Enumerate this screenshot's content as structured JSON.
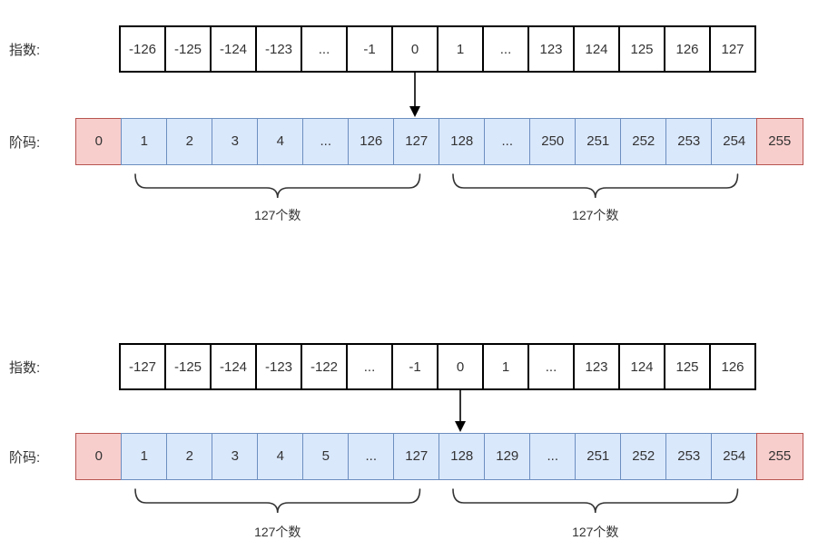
{
  "colors": {
    "cell_blue_fill": "#dae8fc",
    "cell_blue_border": "#6c8ebf",
    "cell_red_fill": "#f8cecc",
    "cell_red_border": "#b85450",
    "cell_white_fill": "#ffffff",
    "cell_white_border": "#000000",
    "text": "#333333",
    "arrow": "#000000",
    "brace": "#333333"
  },
  "diagrams": [
    {
      "exponent_label": "指数:",
      "code_label": "阶码:",
      "exponent_cells": [
        "-126",
        "-125",
        "-124",
        "-123",
        "...",
        "-1",
        "0",
        "1",
        "...",
        "123",
        "124",
        "125",
        "126",
        "127"
      ],
      "code_cells": [
        {
          "text": "0",
          "highlight": true
        },
        {
          "text": "1",
          "highlight": false
        },
        {
          "text": "2",
          "highlight": false
        },
        {
          "text": "3",
          "highlight": false
        },
        {
          "text": "4",
          "highlight": false
        },
        {
          "text": "...",
          "highlight": false
        },
        {
          "text": "126",
          "highlight": false
        },
        {
          "text": "127",
          "highlight": false
        },
        {
          "text": "128",
          "highlight": false
        },
        {
          "text": "...",
          "highlight": false
        },
        {
          "text": "250",
          "highlight": false
        },
        {
          "text": "251",
          "highlight": false
        },
        {
          "text": "252",
          "highlight": false
        },
        {
          "text": "253",
          "highlight": false
        },
        {
          "text": "254",
          "highlight": false
        },
        {
          "text": "255",
          "highlight": true
        }
      ],
      "arrow": {
        "from_exponent_index": 6,
        "to_code_index": 7
      },
      "braces": [
        {
          "label": "127个数",
          "from_code_index": 1,
          "to_code_index": 7
        },
        {
          "label": "127个数",
          "from_code_index": 8,
          "to_code_index": 14
        }
      ]
    },
    {
      "exponent_label": "指数:",
      "code_label": "阶码:",
      "exponent_cells": [
        "-127",
        "-125",
        "-124",
        "-123",
        "-122",
        "...",
        "-1",
        "0",
        "1",
        "...",
        "123",
        "124",
        "125",
        "126"
      ],
      "code_cells": [
        {
          "text": "0",
          "highlight": true
        },
        {
          "text": "1",
          "highlight": false
        },
        {
          "text": "2",
          "highlight": false
        },
        {
          "text": "3",
          "highlight": false
        },
        {
          "text": "4",
          "highlight": false
        },
        {
          "text": "5",
          "highlight": false
        },
        {
          "text": "...",
          "highlight": false
        },
        {
          "text": "127",
          "highlight": false
        },
        {
          "text": "128",
          "highlight": false
        },
        {
          "text": "129",
          "highlight": false
        },
        {
          "text": "...",
          "highlight": false
        },
        {
          "text": "251",
          "highlight": false
        },
        {
          "text": "252",
          "highlight": false
        },
        {
          "text": "253",
          "highlight": false
        },
        {
          "text": "254",
          "highlight": false
        },
        {
          "text": "255",
          "highlight": true
        }
      ],
      "arrow": {
        "from_exponent_index": 7,
        "to_code_index": 8
      },
      "braces": [
        {
          "label": "127个数",
          "from_code_index": 1,
          "to_code_index": 7
        },
        {
          "label": "127个数",
          "from_code_index": 8,
          "to_code_index": 14
        }
      ]
    }
  ]
}
